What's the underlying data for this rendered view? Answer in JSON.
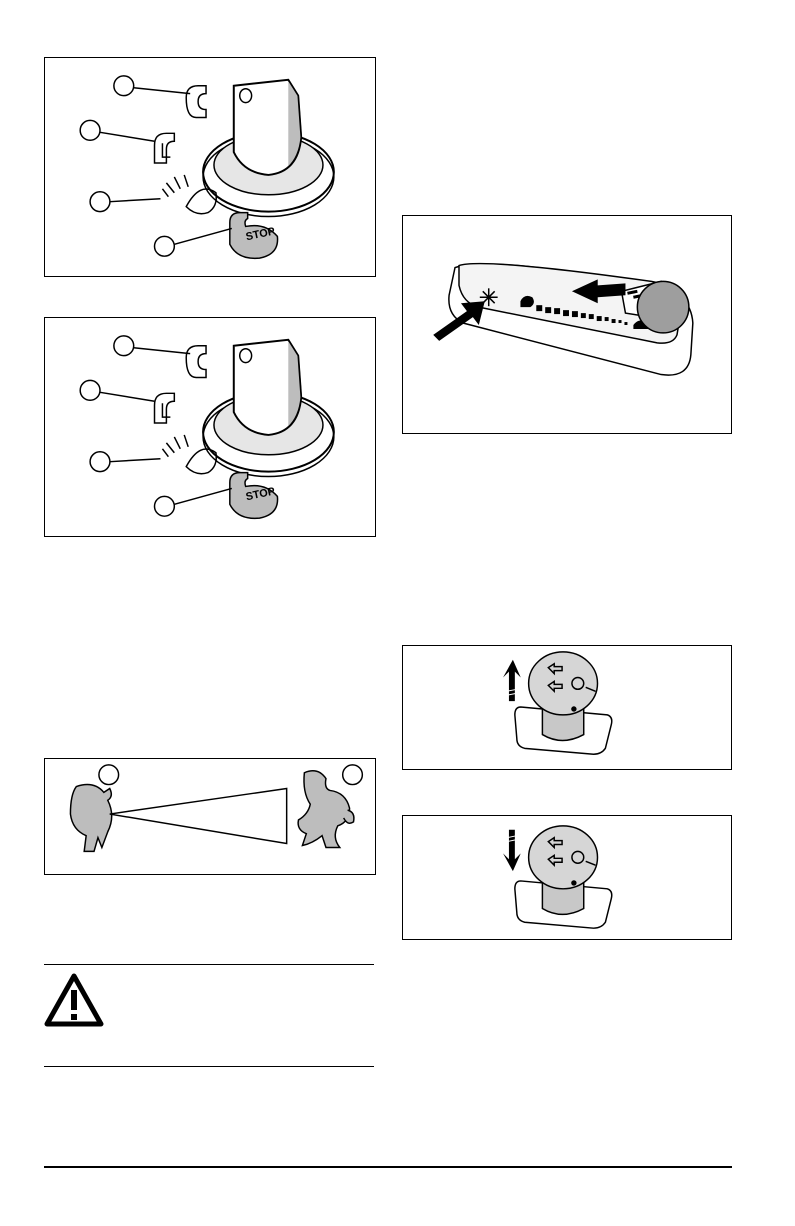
{
  "figures": {
    "ignition_switch_1": {
      "positions": [
        "start",
        "run",
        "lights",
        "stop"
      ],
      "stop_label": "STOP",
      "callout_count": 4
    },
    "ignition_switch_2": {
      "positions": [
        "start",
        "run",
        "lights",
        "stop"
      ],
      "stop_label": "STOP",
      "callout_count": 4
    },
    "throttle_speed": {
      "symbols": [
        "turtle-icon",
        "rabbit-icon"
      ],
      "callout_count": 2
    },
    "choke_throttle_lever": {
      "symbols": [
        "choke-snowflake-icon",
        "rabbit-icon",
        "turtle-icon"
      ],
      "callout_count": 1
    },
    "pto_knob_up": {
      "direction": "up"
    },
    "pto_knob_down": {
      "direction": "down"
    }
  },
  "warning": {
    "icon": "warning-triangle-icon"
  },
  "colors": {
    "ink": "#000000",
    "shade": "#bdbdbd",
    "callout_fill": "#9e9e9e"
  }
}
